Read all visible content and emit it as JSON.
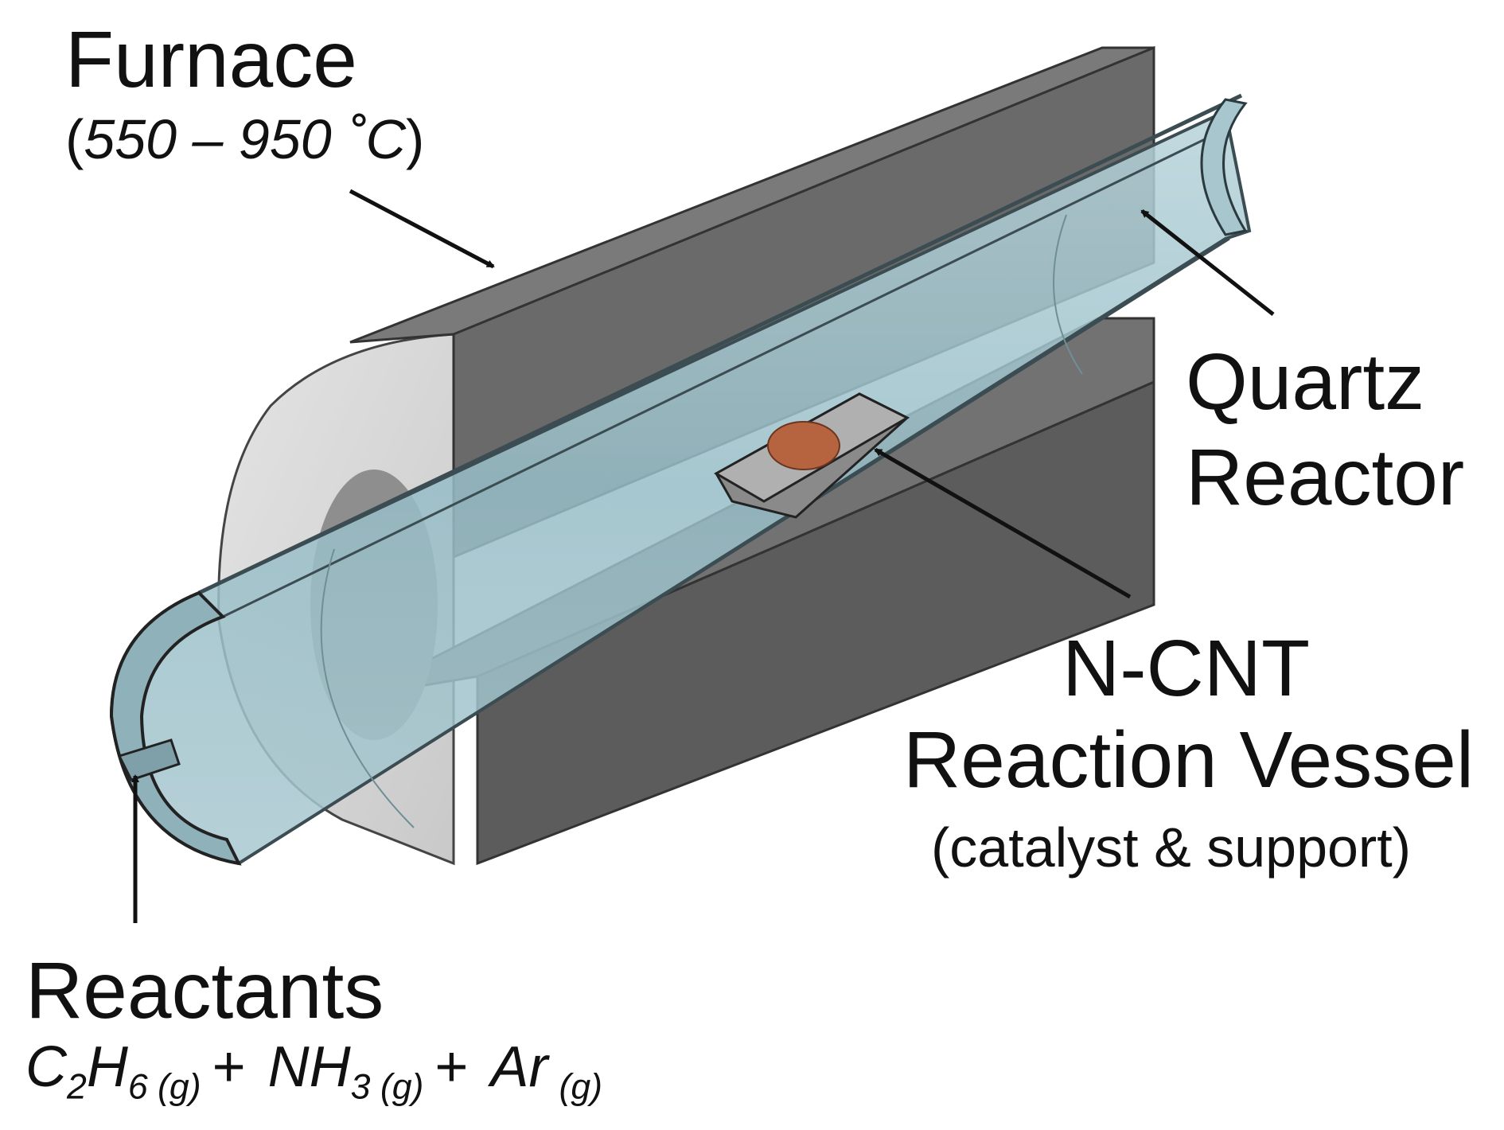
{
  "labels": {
    "furnace": {
      "title": "Furnace",
      "temp_open": "(",
      "temp_range": "550 – 950 ˚C",
      "temp_close": ")"
    },
    "quartz": {
      "line1": "Quartz",
      "line2": "Reactor"
    },
    "vessel": {
      "line1": "N-CNT",
      "line2": "Reaction Vessel",
      "line3": "(catalyst & support)"
    },
    "reactants": {
      "title": "Reactants",
      "formula": {
        "c": "C",
        "c_sub": "2",
        "h": "H",
        "h_sub": "6 (g)",
        "plus1": "+",
        "n": "NH",
        "n_sub": "3 (g)",
        "plus2": "+",
        "ar": "Ar",
        "ar_sub": "(g)"
      }
    }
  },
  "colors": {
    "furnace_top": "#6e6e6e",
    "furnace_side": "#5a5a5a",
    "furnace_end": "#d8d8d8",
    "quartz_fill": "#9fc3cc",
    "quartz_edge": "#3b4d52",
    "boat": "#8a8a8a",
    "sample": "#b5643f"
  }
}
